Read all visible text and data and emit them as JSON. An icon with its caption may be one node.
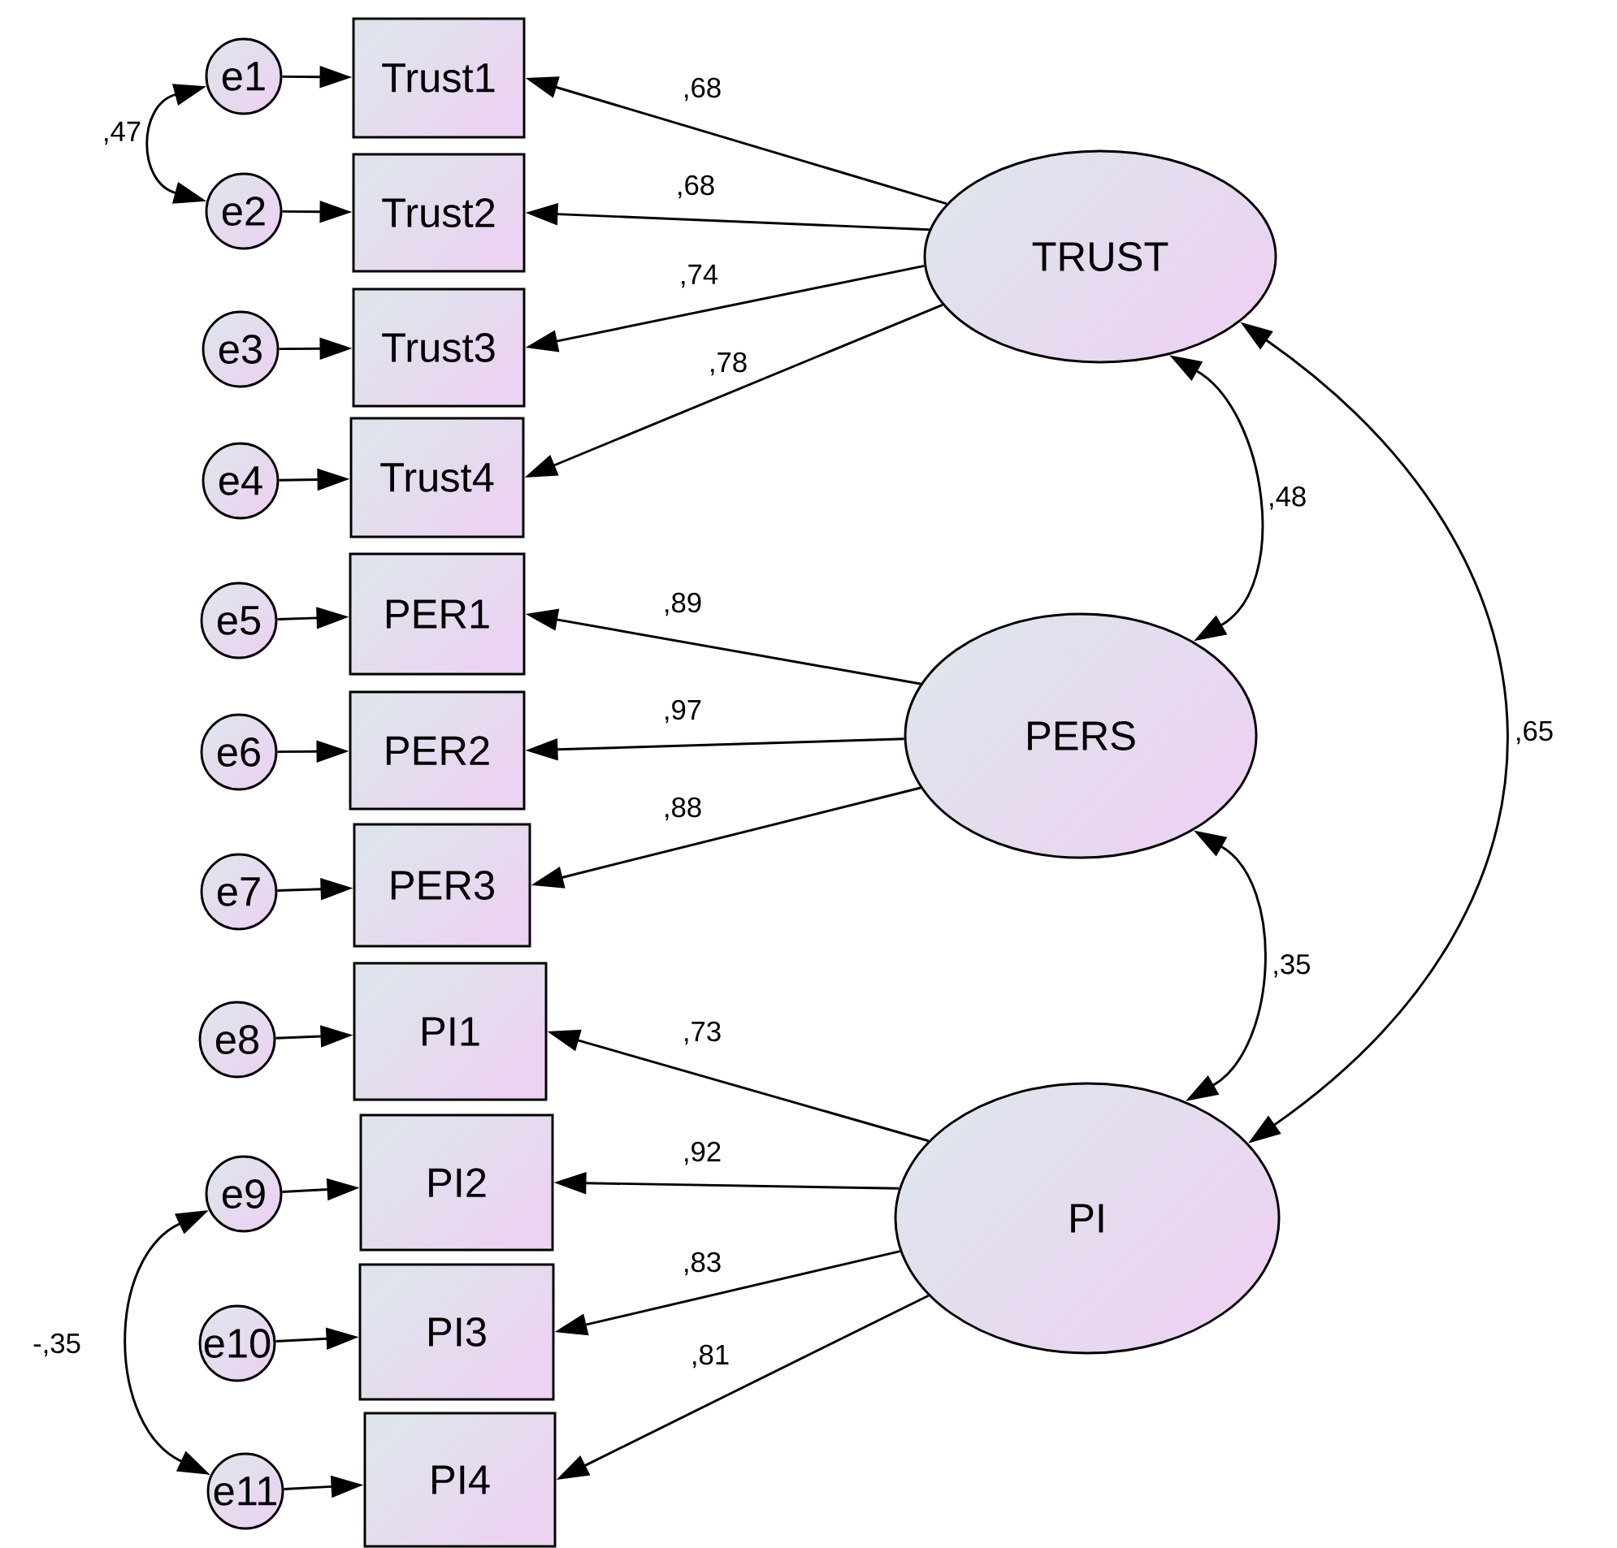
{
  "diagram": {
    "nodes": [
      {
        "text": [
          "e1"
        ]
      },
      {
        "text": [
          "e2"
        ]
      },
      {
        "text": [
          "e3"
        ]
      },
      {
        "text": [
          "e4"
        ]
      },
      {
        "text": [
          "e5"
        ]
      },
      {
        "text": [
          "e6"
        ]
      },
      {
        "text": [
          "e7"
        ]
      },
      {
        "text": [
          "e8"
        ]
      },
      {
        "text": [
          "e9"
        ]
      },
      {
        "text": [
          "e10"
        ]
      },
      {
        "text": [
          "e11"
        ]
      },
      {
        "text": [
          "Trust1"
        ]
      },
      {
        "text": [
          "Trust2"
        ]
      },
      {
        "text": [
          "Trust3"
        ]
      },
      {
        "text": [
          "Trust4"
        ]
      },
      {
        "text": [
          "PER1"
        ]
      },
      {
        "text": [
          "PER2"
        ]
      },
      {
        "text": [
          "PER3"
        ]
      },
      {
        "text": [
          "PI1"
        ]
      },
      {
        "text": [
          "PI2"
        ]
      },
      {
        "text": [
          "PI3"
        ]
      },
      {
        "text": [
          "PI4"
        ]
      },
      {
        "text": [
          "TRUST"
        ]
      },
      {
        "text": [
          "PERS"
        ]
      },
      {
        "text": [
          "PI"
        ]
      }
    ],
    "edges": [
      {
        "from": 0,
        "to": 11,
        "arrow": "to"
      },
      {
        "from": 1,
        "to": 12,
        "arrow": "to"
      },
      {
        "from": 2,
        "to": 13,
        "arrow": "to"
      },
      {
        "from": 3,
        "to": 14,
        "arrow": "to"
      },
      {
        "from": 4,
        "to": 15,
        "arrow": "to"
      },
      {
        "from": 5,
        "to": 16,
        "arrow": "to"
      },
      {
        "from": 6,
        "to": 17,
        "arrow": "to"
      },
      {
        "from": 7,
        "to": 18,
        "arrow": "to"
      },
      {
        "from": 8,
        "to": 19,
        "arrow": "to"
      },
      {
        "from": 9,
        "to": 20,
        "arrow": "to"
      },
      {
        "from": 10,
        "to": 21,
        "arrow": "to"
      },
      {
        "from": 0,
        "to": 1,
        "arrow": "both",
        "label": ",47"
      },
      {
        "from": 8,
        "to": 10,
        "arrow": "both",
        "label": "-,35"
      },
      {
        "from": 22,
        "to": 11,
        "arrow": "to",
        "label": ",68"
      },
      {
        "from": 22,
        "to": 12,
        "arrow": "to",
        "label": ",68"
      },
      {
        "from": 22,
        "to": 13,
        "arrow": "to",
        "label": ",74"
      },
      {
        "from": 22,
        "to": 14,
        "arrow": "to",
        "label": ",78"
      },
      {
        "from": 23,
        "to": 15,
        "arrow": "to",
        "label": ",89"
      },
      {
        "from": 23,
        "to": 16,
        "arrow": "to",
        "label": ",97"
      },
      {
        "from": 23,
        "to": 17,
        "arrow": "to",
        "label": ",88"
      },
      {
        "from": 24,
        "to": 18,
        "arrow": "to",
        "label": ",73"
      },
      {
        "from": 24,
        "to": 19,
        "arrow": "to",
        "label": ",92"
      },
      {
        "from": 24,
        "to": 20,
        "arrow": "to",
        "label": ",83"
      },
      {
        "from": 24,
        "to": 21,
        "arrow": "to",
        "label": ",81"
      },
      {
        "from": 22,
        "to": 23,
        "arrow": "both",
        "label": ",48"
      },
      {
        "from": 23,
        "to": 24,
        "arrow": "both",
        "label": ",35"
      },
      {
        "from": 22,
        "to": 24,
        "arrow": "both",
        "label": ",65"
      }
    ]
  }
}
